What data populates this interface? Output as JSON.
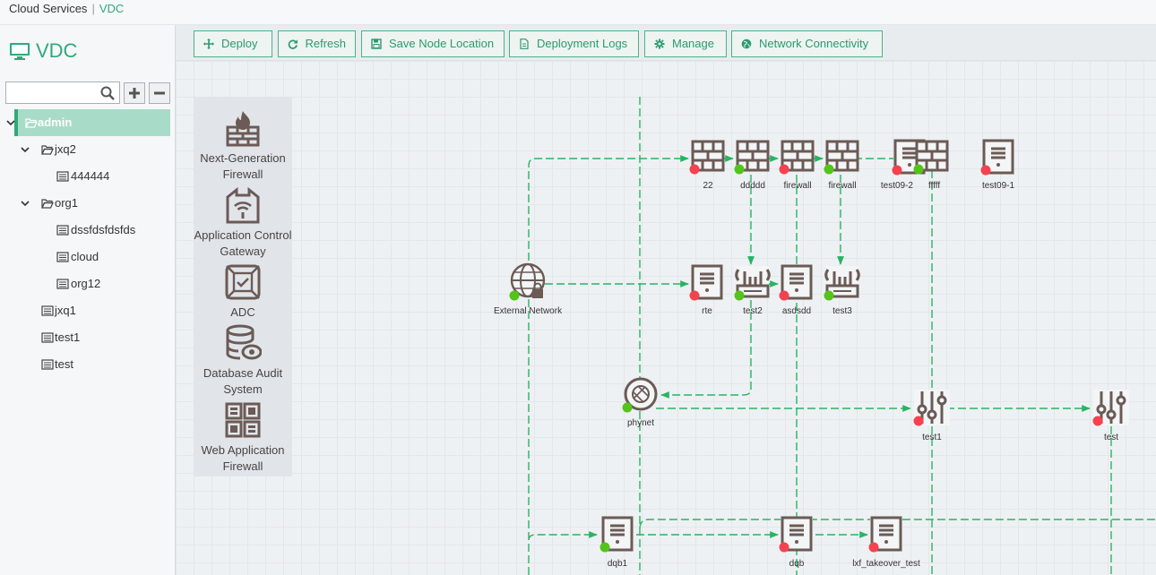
{
  "breadcrumb": {
    "root": "Cloud Services",
    "separator": "|",
    "current": "VDC"
  },
  "sidebar": {
    "title": "VDC",
    "search": {
      "placeholder": "",
      "value": ""
    },
    "tree": [
      {
        "label": "admin",
        "type": "folder",
        "expanded": true,
        "selected": true,
        "level": 0
      },
      {
        "label": "jxq2",
        "type": "folder",
        "expanded": true,
        "level": 1
      },
      {
        "label": "444444",
        "type": "item",
        "level": 2
      },
      {
        "label": "org1",
        "type": "folder",
        "expanded": true,
        "level": 1
      },
      {
        "label": "dssfdsfdsfds",
        "type": "item",
        "level": 2
      },
      {
        "label": "cloud",
        "type": "item",
        "level": 2
      },
      {
        "label": "org12",
        "type": "item",
        "level": 2
      },
      {
        "label": "jxq1",
        "type": "item",
        "level": 1
      },
      {
        "label": "test1",
        "type": "item",
        "level": 1
      },
      {
        "label": "test",
        "type": "item",
        "level": 1
      }
    ]
  },
  "toolbar": {
    "deploy": "Deploy",
    "refresh": "Refresh",
    "save_node_location": "Save Node Location",
    "deployment_logs": "Deployment Logs",
    "manage": "Manage",
    "network_connectivity": "Network Connectivity"
  },
  "palette": {
    "ngfw": "Next-Generation Firewall",
    "acg": "Application Control Gateway",
    "adc": "ADC",
    "das": "Database Audit System",
    "waf": "Web Application Firewall"
  },
  "topology": {
    "colors": {
      "link": "#28b463",
      "node": "#6b5a55",
      "up": "#52c41a",
      "down": "#f5424f"
    },
    "nodes": {
      "external": {
        "label": "External Network",
        "status": "up"
      },
      "phynet": {
        "label": "phynet",
        "status": "up"
      },
      "fw_22": {
        "label": "22",
        "status": "down"
      },
      "fw_ddddd": {
        "label": "ddddd",
        "status": "up"
      },
      "fw_firewall1": {
        "label": "firewall",
        "status": "down"
      },
      "fw_firewall2": {
        "label": "firewall",
        "status": "up"
      },
      "srv_test09_2": {
        "label": "test09-2",
        "status": "down"
      },
      "fw_fffff": {
        "label": "fffff",
        "status": "up"
      },
      "srv_test09_1": {
        "label": "test09-1",
        "status": "down"
      },
      "srv_rte": {
        "label": "rte",
        "status": "down"
      },
      "rt_test2": {
        "label": "test2",
        "status": "up"
      },
      "srv_asdsdd": {
        "label": "asdsdd",
        "status": "down"
      },
      "rt_test3": {
        "label": "test3",
        "status": "up"
      },
      "sw_test1": {
        "label": "test1",
        "status": "down"
      },
      "sw_test": {
        "label": "test",
        "status": "down"
      },
      "srv_dqb1": {
        "label": "dqb1",
        "status": "up"
      },
      "srv_dqb": {
        "label": "dqb",
        "status": "down"
      },
      "srv_lxf": {
        "label": "lxf_takeover_test",
        "status": "down"
      }
    }
  }
}
